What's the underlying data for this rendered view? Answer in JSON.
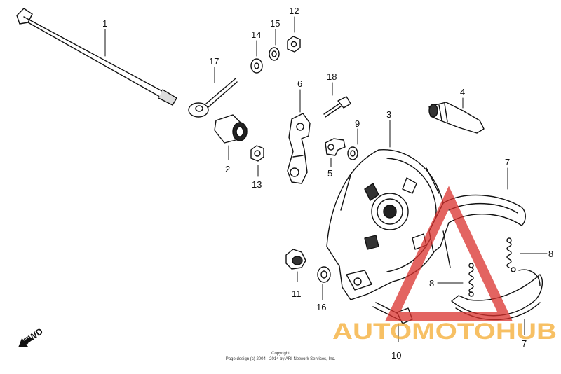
{
  "callouts": {
    "n1": "1",
    "n2": "2",
    "n3": "3",
    "n4": "4",
    "n5": "5",
    "n6": "6",
    "n7a": "7",
    "n7b": "7",
    "n8a": "8",
    "n8b": "8",
    "n9": "9",
    "n10": "10",
    "n11": "11",
    "n12": "12",
    "n13": "13",
    "n14": "14",
    "n15": "15",
    "n16": "16",
    "n17": "17",
    "n18": "18"
  },
  "fwd_label": "FWD",
  "copyright": {
    "line1": "Copyright",
    "line2": "Page design (c) 2004 - 2014 by ARI Network Services, Inc."
  },
  "watermark": {
    "text": "AUTOMOTOHUB",
    "colors": {
      "red": "#d9302c",
      "orange": "#f5a623"
    }
  }
}
